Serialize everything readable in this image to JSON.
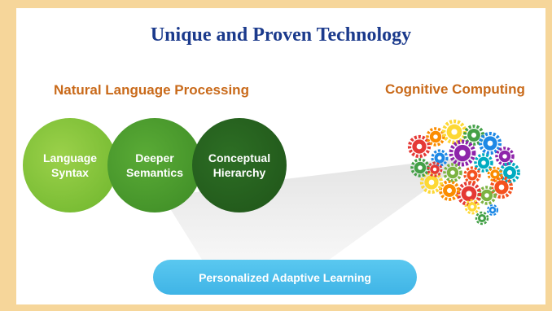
{
  "title": "Unique and Proven Technology",
  "nlp": {
    "heading": "Natural Language Processing",
    "circles": [
      {
        "label": "Language\nSyntax",
        "color": "#7cc13a"
      },
      {
        "label": "Deeper\nSemantics",
        "color": "#46962b"
      },
      {
        "label": "Conceptual\nHierarchy",
        "color": "#245f1d"
      }
    ]
  },
  "cognitive": {
    "heading": "Cognitive Computing",
    "icon": "gear-brain-icon"
  },
  "output": {
    "label": "Personalized Adaptive Learning"
  },
  "colors": {
    "title": "#1b3a8c",
    "heading": "#c96a1a",
    "pill": "#45b8e8",
    "background": "#f6d69a"
  }
}
